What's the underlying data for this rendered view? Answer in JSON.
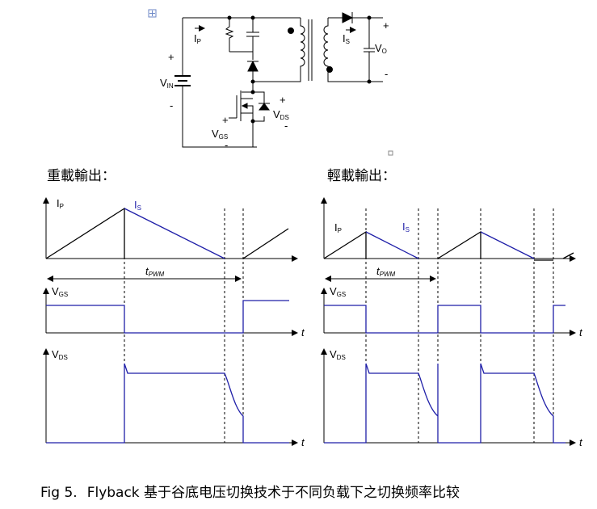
{
  "circuit": {
    "vin_label": "V",
    "vin_sub": "IN",
    "ip_label": "I",
    "ip_sub": "P",
    "is_label": "I",
    "is_sub": "S",
    "vo_label": "V",
    "vo_sub": "O",
    "vds_label": "V",
    "vds_sub": "DS",
    "vgs_label": "V",
    "vgs_sub": "GS",
    "plus": "+",
    "minus": "-"
  },
  "left_panel": {
    "title": "重載輸出：",
    "ip_label": "I",
    "ip_sub": "P",
    "is_label": "I",
    "is_sub": "S",
    "t_pwm_label": "t",
    "t_pwm_sub": "PWM",
    "vgs_label": "V",
    "vgs_sub": "GS",
    "vds_label": "V",
    "vds_sub": "DS",
    "t_axis": "t"
  },
  "right_panel": {
    "title": "輕載輸出：",
    "ip_label": "I",
    "ip_sub": "P",
    "is_label": "I",
    "is_sub": "S",
    "t_pwm_label": "t",
    "t_pwm_sub": "PWM",
    "vgs_label": "V",
    "vgs_sub": "GS",
    "vds_label": "V",
    "vds_sub": "DS",
    "t_axis": "t"
  },
  "caption": {
    "number": "Fig 5.",
    "text": "Flyback 基于谷底电压切换技术于不同负载下之切换频率比较"
  },
  "colors": {
    "waveform": "#1f1fa8",
    "axes": "#000000"
  }
}
